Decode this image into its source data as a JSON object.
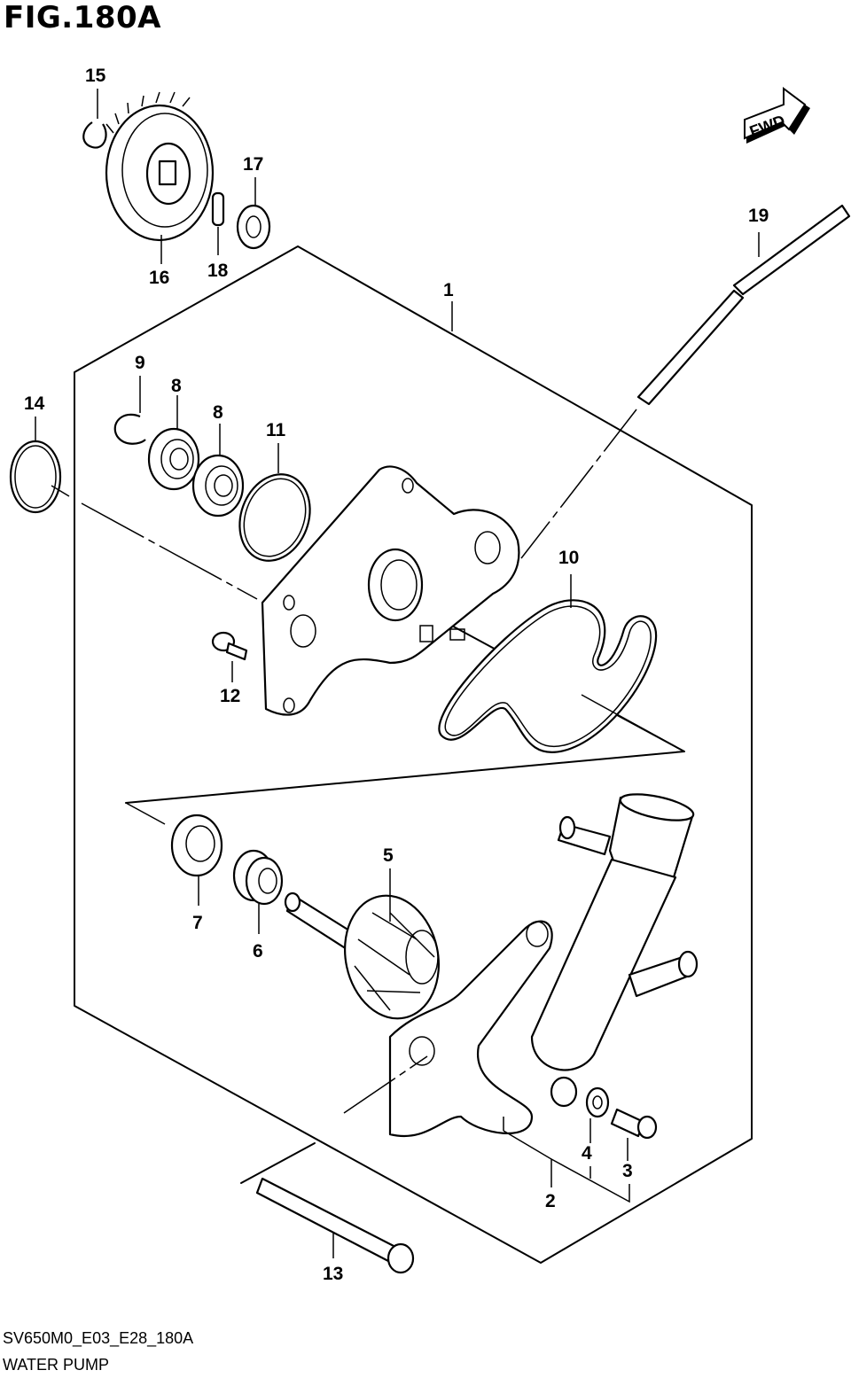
{
  "figure": {
    "title": "FIG.180A",
    "code": "SV650M0_E03_E28_180A",
    "name": "WATER PUMP",
    "fwd_label": "FWD"
  },
  "callouts": {
    "c1": "1",
    "c2": "2",
    "c3": "3",
    "c4": "4",
    "c5": "5",
    "c6": "6",
    "c7": "7",
    "c8a": "8",
    "c8b": "8",
    "c9": "9",
    "c10": "10",
    "c11": "11",
    "c12": "12",
    "c13": "13",
    "c14": "14",
    "c15": "15",
    "c16": "16",
    "c17": "17",
    "c18": "18",
    "c19": "19"
  }
}
